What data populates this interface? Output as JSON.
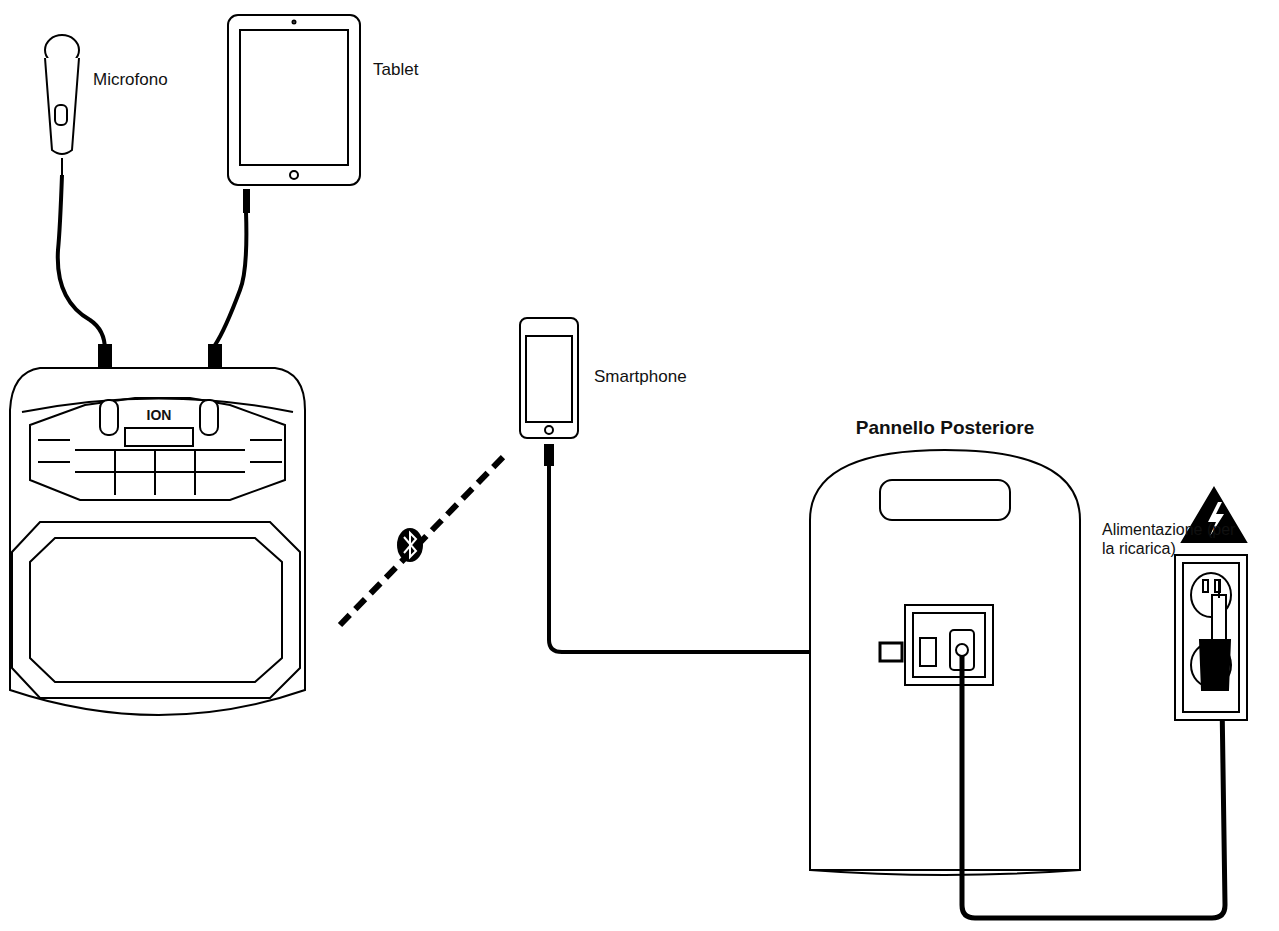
{
  "diagram": {
    "labels": [
      "Microfono",
      "Tablet",
      "Smartphone",
      "Pannello Posteriore",
      "Alimentazione (per la ricarica)",
      "ION"
    ]
  }
}
